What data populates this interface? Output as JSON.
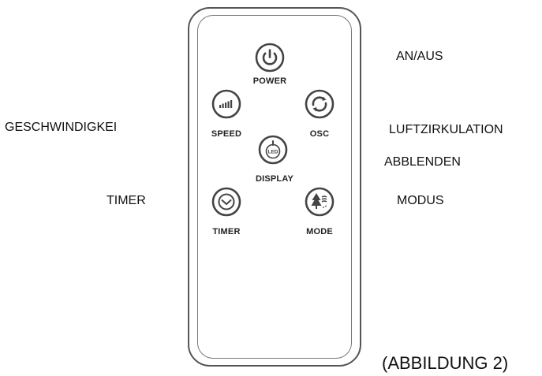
{
  "remote": {
    "buttons": {
      "power": {
        "label": "POWER",
        "icon": "power-icon"
      },
      "speed": {
        "label": "SPEED",
        "icon": "speed-bars-icon"
      },
      "osc": {
        "label": "OSC",
        "icon": "oscillation-icon"
      },
      "display": {
        "label": "DISPLAY",
        "icon": "led-display-icon",
        "icon_text": "LED"
      },
      "timer": {
        "label": "TIMER",
        "icon": "timer-icon"
      },
      "mode": {
        "label": "MODE",
        "icon": "mode-tree-wind-icon"
      }
    }
  },
  "callouts": {
    "power": "AN/AUS",
    "speed": "GESCHWINDIGKEI",
    "osc": "LUFTZIRKULATION",
    "display": "ABBLENDEN",
    "timer": "TIMER",
    "mode": "MODUS"
  },
  "caption": "(ABBILDUNG 2)",
  "colors": {
    "outline": "#444444",
    "text": "#111111"
  }
}
